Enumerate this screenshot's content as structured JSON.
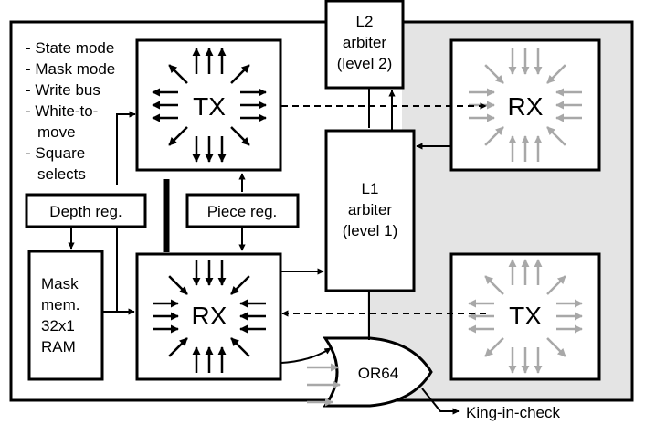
{
  "signals": {
    "items": [
      "- State mode",
      "- Mask mode",
      "- Write bus",
      "- White-to-",
      "move",
      "- Square",
      "selects"
    ]
  },
  "tx_main": {
    "label": "TX"
  },
  "rx_main": {
    "label": "RX"
  },
  "rx_neighbor": {
    "label": "RX"
  },
  "tx_neighbor": {
    "label": "TX"
  },
  "depth_reg": {
    "label": "Depth reg."
  },
  "piece_reg": {
    "label": "Piece reg."
  },
  "mask_mem": {
    "lines": [
      "Mask",
      "mem.",
      "32x1",
      "RAM"
    ]
  },
  "l2_arbiter": {
    "lines": [
      "L2",
      "arbiter",
      "(level 2)"
    ]
  },
  "l1_arbiter": {
    "lines": [
      "L1",
      "arbiter",
      "(level 1)"
    ]
  },
  "or_gate": {
    "label": "OR64"
  },
  "output": {
    "label": "King-in-check"
  },
  "colors": {
    "line": "#000000",
    "neighbor_area": "#e4e4e4",
    "neighbor_arrows": "#a8a8a8",
    "box": "#ffffff"
  }
}
